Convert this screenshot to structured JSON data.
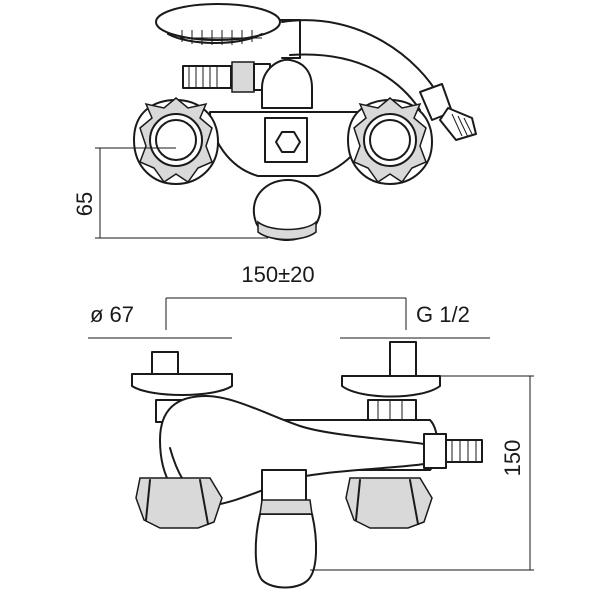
{
  "dimensions": {
    "height_top": "65",
    "center_distance": "150±20",
    "diameter": "ø 67",
    "thread": "G 1/2",
    "height_front": "150"
  },
  "colors": {
    "line": "#1a1a1a",
    "shade": "#d9d9d9",
    "background": "#ffffff"
  }
}
